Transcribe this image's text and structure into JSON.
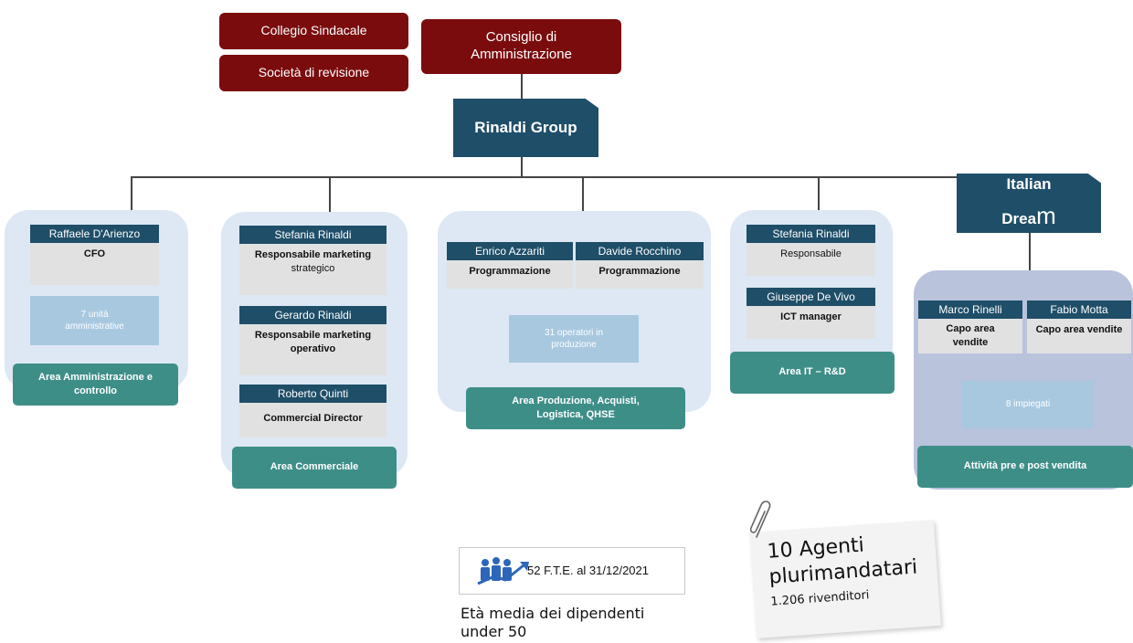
{
  "top": {
    "collegio": "Collegio Sindacale",
    "societa": "Società di revisione",
    "consiglio_line1": "Consiglio di",
    "consiglio_line2": "Amministrazione",
    "group": "Rinaldi Group"
  },
  "italian_dream": {
    "line1": "Italian",
    "line2_a": "Drea",
    "line2_b": "m"
  },
  "amministrazione": {
    "name": "Raffaele D'Arienzo",
    "role": "CFO",
    "unit_line1": "7 unità",
    "unit_line2": "amministrative",
    "area_line1": "Area Amministrazione e",
    "area_line2": "controllo"
  },
  "commerciale": {
    "people": [
      {
        "name": "Stefania Rinaldi",
        "role_line1": "Responsabile marketing",
        "role_line2": "strategico"
      },
      {
        "name": "Gerardo Rinaldi",
        "role_line1": "Responsabile marketing",
        "role_line2": "operativo"
      },
      {
        "name": "Roberto Quinti",
        "role_line1": "Commercial Director",
        "role_line2": ""
      }
    ],
    "area": "Area Commerciale"
  },
  "produzione": {
    "people": [
      {
        "name": "Enrico Azzariti",
        "role": "Programmazione"
      },
      {
        "name": "Davide Rocchino",
        "role": "Programmazione"
      }
    ],
    "unit_line1": "31 operatori in",
    "unit_line2": "produzione",
    "area_line1": "Area Produzione, Acquisti,",
    "area_line2": "Logistica, QHSE"
  },
  "it": {
    "people": [
      {
        "name": "Stefania Rinaldi",
        "role": "Responsabile"
      },
      {
        "name": "Giuseppe De Vivo",
        "role": "ICT manager"
      }
    ],
    "area": "Area IT – R&D"
  },
  "vendite": {
    "people": [
      {
        "name": "Marco Rinelli",
        "role_line1": "Capo area",
        "role_line2": "vendite"
      },
      {
        "name": "Fabio Motta",
        "role_line1": "Capo area vendite",
        "role_line2": ""
      }
    ],
    "unit": "8 impiegati",
    "area": "Attività pre e post vendita"
  },
  "stats": {
    "fte": "52 F.T.E. al 31/12/2021",
    "eta_line1": "Età media dei dipendenti",
    "eta_line2": "under 50"
  },
  "note": {
    "line1": "10 Agenti",
    "line2": "plurimandatari",
    "line3": "1.206 rivenditori"
  },
  "colors": {
    "board_red": "#7b0c0e",
    "navy": "#1f4e68",
    "teal": "#3e8e88",
    "panel_blue": "#dde8f4",
    "unit_blue": "#a8c8e0"
  }
}
